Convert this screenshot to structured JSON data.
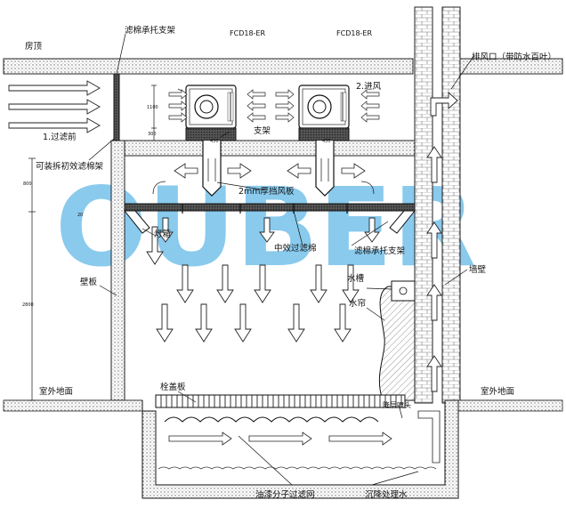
{
  "labels": {
    "roof": "房顶",
    "filter_bracket_top": "滤棉承托支架",
    "unit_model_1": "FCD18-ER",
    "unit_model_2": "FCD18-ER",
    "intake": "2.进风",
    "exhaust_outlet": "排风口（带防水百叶）",
    "pre_filter": "1.过滤前",
    "bracket": "支架",
    "removable_pre_filter": "可装拆初效滤棉架",
    "baffle": "2mm厚挡风板",
    "light_box": "灯箱",
    "mid_filter": "中效过滤棉",
    "filter_bracket_right": "滤棉承托支架",
    "wall_panel": "壁板",
    "wall_body": "墙壁",
    "water_tank": "水槽",
    "water_curtain": "水帘",
    "grille_plate": "栓盖板",
    "spray_nozzle": "降层喷头",
    "outdoor_ground_left": "室外地面",
    "outdoor_ground_right": "室外地面",
    "oil_mist_filter": "油漆分子过滤网",
    "settling_water": "沉降处理水",
    "watermark": "OUBER"
  },
  "dimensions": {
    "dim_1100": "1100",
    "dim_300": "300",
    "dim_450_left": "450",
    "dim_450_right": "450",
    "dim_800": "800",
    "dim_20": "20",
    "dim_2800": "2800"
  },
  "colors": {
    "watermark": "#2a9fe0",
    "line": "#111111",
    "hatch": "#888888"
  }
}
